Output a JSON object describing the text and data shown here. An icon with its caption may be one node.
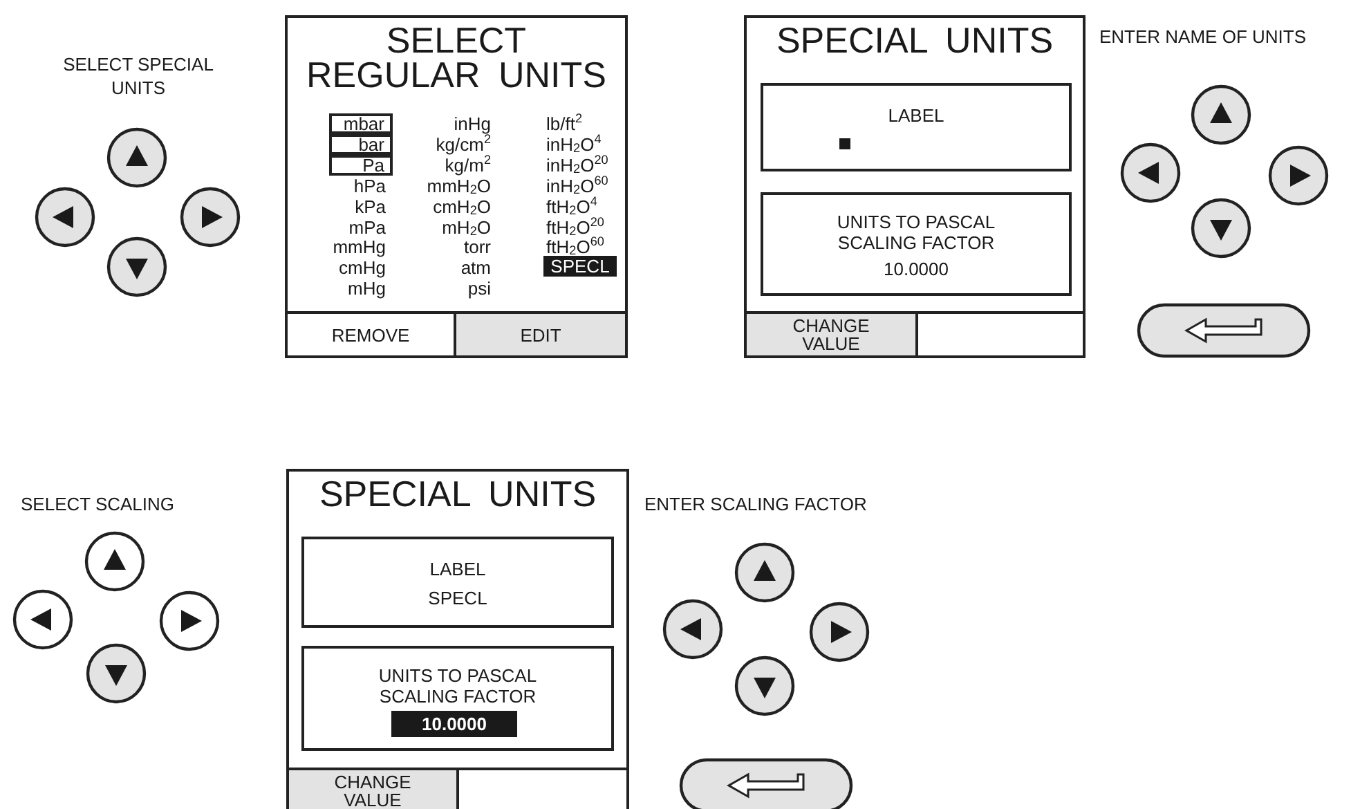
{
  "diagram": {
    "nodes": [
      {
        "text": [
          "SELECT REGULAR UNITS"
        ]
      },
      {
        "text": [
          "mbar"
        ],
        "in": 0
      },
      {
        "text": [
          "bar"
        ],
        "in": 0
      },
      {
        "text": [
          "Pa"
        ],
        "in": 0
      },
      {
        "text": [
          "SPECL"
        ],
        "in": 0
      },
      {
        "text": [
          "REMOVE"
        ],
        "in": 0
      },
      {
        "text": [
          "EDIT"
        ],
        "in": 0
      },
      {
        "text": [
          "SPECIAL UNITS"
        ]
      },
      {
        "text": [
          "LABEL"
        ],
        "in": 7
      },
      {
        "text": [
          "UNITS TO PASCAL SCALING FACTOR",
          "10.0000"
        ],
        "in": 7
      },
      {
        "text": [
          "CHANGE VALUE"
        ],
        "in": 7
      },
      {
        "text": [],
        "shape": "box",
        "in": 7
      },
      {
        "text": [
          "SPECIAL UNITS"
        ]
      },
      {
        "text": [
          "LABEL",
          "SPECL"
        ],
        "in": 12
      },
      {
        "text": [
          "UNITS TO PASCAL SCALING FACTOR"
        ],
        "in": 12
      },
      {
        "text": [
          "10.0000"
        ],
        "in": 14
      },
      {
        "text": [
          "CHANGE VALUE"
        ],
        "in": 12
      },
      {
        "text": [],
        "shape": "box",
        "in": 12
      }
    ],
    "labels": [
      "SELECT SPECIAL UNITS",
      "inHg",
      "lb/ft$^{2}$",
      "kg/cm$^{2}$",
      "inH$_{2}$O$^{4}$",
      "kg/m$^{2}$",
      "inH$_{2}$O$^{20}$",
      "hPa",
      "mmH$_{2}$O",
      "inH$_{2}$O$^{60}$",
      "kPa",
      "cmH$_{2}$O",
      "ftH$_{2}$O$^{4}$",
      "mPa",
      "mH$_{2}$O",
      "ftH$_{2}$O$^{20}$",
      "mmHg",
      "torr",
      "ftH$_{2}$O$^{60}$",
      "cmHg",
      "atm",
      "mHg",
      "psi",
      "ENTER NAME OF UNITS",
      "SELECT SCALING",
      "ENTER SCALING FACTOR"
    ]
  }
}
